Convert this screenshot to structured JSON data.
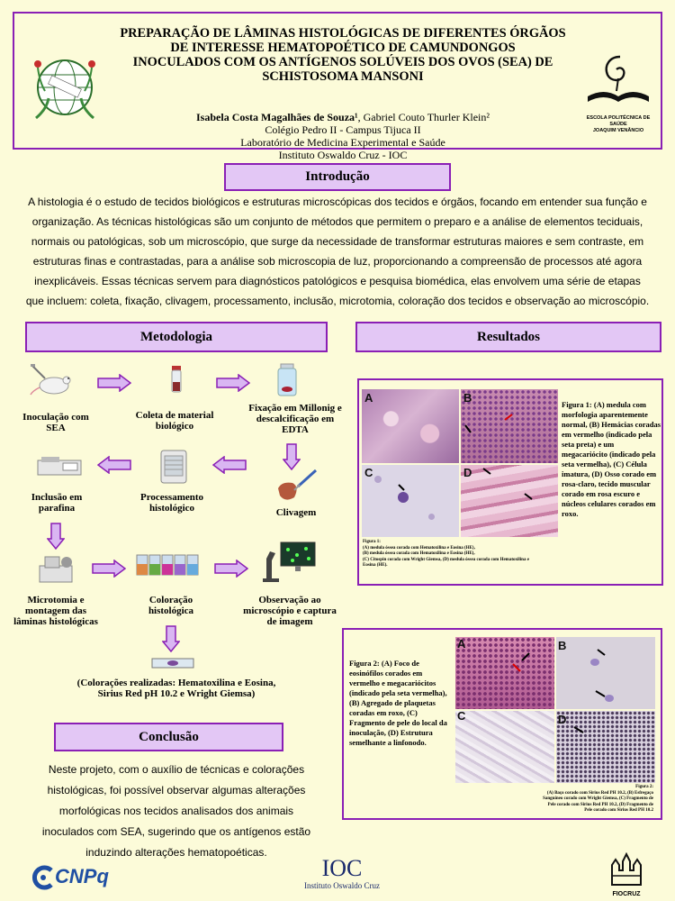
{
  "header": {
    "title_lines": [
      "PREPARAÇÃO DE LÂMINAS HISTOLÓGICAS DE DIFERENTES ÓRGÃOS",
      "DE INTERESSE HEMATOPOÉTICO DE CAMUNDONGOS",
      "INOCULADOS COM OS ANTÍGENOS SOLÚVEIS DOS OVOS (SEA) DE",
      "SCHISTOSOMA MANSONI"
    ],
    "author_main": "Isabela Costa Magalhães de Souza¹",
    "author_rest": ", Gabriel Couto Thurler Klein²",
    "affiliations": [
      "Colégio Pedro II - Campus Tijuca II",
      "Laboratório de Medicina Experimental e Saúde",
      "Instituto Oswaldo Cruz - IOC"
    ],
    "epsjv_name_line1": "ESCOLA POLITÉCNICA DE SAÚDE",
    "epsjv_name_line2": "JOAQUIM VENÂNCIO"
  },
  "intro": {
    "heading": "Introdução",
    "text": "A histologia é o estudo de tecidos biológicos e estruturas microscópicas dos tecidos e órgãos, focando em entender sua função e organização. As técnicas histológicas são um conjunto de métodos que permitem o preparo e a análise de elementos teciduais, normais ou patológicas, sob um microscópio, que surge da necessidade de transformar estruturas maiores e sem contraste, em estruturas finas e contrastadas, para a análise sob microscopia de luz, proporcionando a compreensão de processos até agora inexplicáveis. Essas técnicas servem para diagnósticos patológicos e pesquisa biomédica, elas envolvem uma série de etapas que incluem: coleta, fixação, clivagem, processamento, inclusão, microtomia, coloração dos tecidos e observação ao microscópio."
  },
  "methodology": {
    "heading": "Metodologia",
    "steps": {
      "inoculacao": "Inoculação com SEA",
      "coleta": "Coleta de material biológico",
      "fixacao": "Fixação em Millonig e descalcificação em EDTA",
      "clivagem": "Clivagem",
      "processamento": "Processamento histológico",
      "inclusao": "Inclusão em parafina",
      "microtomia": "Microtomia e montagem das lâminas histológicas",
      "coloracao": "Coloração histológica",
      "observacao": "Observação ao microscópio e captura de imagem"
    },
    "stains_note": "(Colorações realizadas: Hematoxilina e Eosina, Sirius Red pH 10.2 e Wright Giemsa)"
  },
  "results": {
    "heading": "Resultados",
    "fig1": {
      "labels": [
        "A",
        "B",
        "C",
        "D"
      ],
      "caption": "Figura 1: (A) medula com morfologia aparentemente normal, (B) Hemácias coradas em vermelho (indicado pela seta preta) e um megacariócito (indicado pela seta vermelha), (C) Célula imatura, (D) Osso corado em rosa-claro, tecido muscular corado em rosa escuro e núcleos celulares corados em roxo.",
      "small_title": "Figura 1:",
      "small_lines": [
        "(A) medula óssea corada com Hematoxilina e Eosina (HE),",
        "(B) medula óssea corada com Hematoxilina e Eosina (HE),",
        "(C) Citospin corada com Wright Giemsa, (D) medula óssea corada com Hematoxilina e",
        "Eosina (HE)."
      ]
    },
    "fig2": {
      "labels": [
        "A",
        "B",
        "C",
        "D"
      ],
      "caption": "Figura 2: (A) Foco de eosinófilos corados em vermelho e megacariócitos (indicado pela seta vermelha), (B) Agregado de plaquetas coradas em roxo, (C) Fragmento de pele do local da inoculação, (D) Estrutura semelhante a linfonodo.",
      "small_title": "Figura 2:",
      "small_lines": [
        "(A) Baço corado com Sirius Red PH 10.2, (B) Esfregaço",
        "Sanguíneo corado com Wright Giemsa, (C) Fragmento de",
        "Pele corado com Sirius Red PH 10.2, (D) Fragmento de",
        "Pele corado  com Sirius Red PH 10.2"
      ]
    }
  },
  "conclusion": {
    "heading": "Conclusão",
    "text": "Neste projeto, com o auxílio de técnicas e colorações histológicas, foi possível observar algumas alterações morfológicas nos tecidos analisados dos animais inoculados com SEA, sugerindo que os antígenos estão induzindo alterações hematopoéticas."
  },
  "footer": {
    "cnpq": "CNPq",
    "ioc_big": "IOC",
    "ioc_small": "Instituto Oswaldo Cruz",
    "fiocruz": "FIOCRUZ"
  },
  "colors": {
    "border": "#8a1fb5",
    "box_fill": "#e3c7f5",
    "arrow_fill": "#d9b6f2",
    "background": "#fcfbd9"
  }
}
